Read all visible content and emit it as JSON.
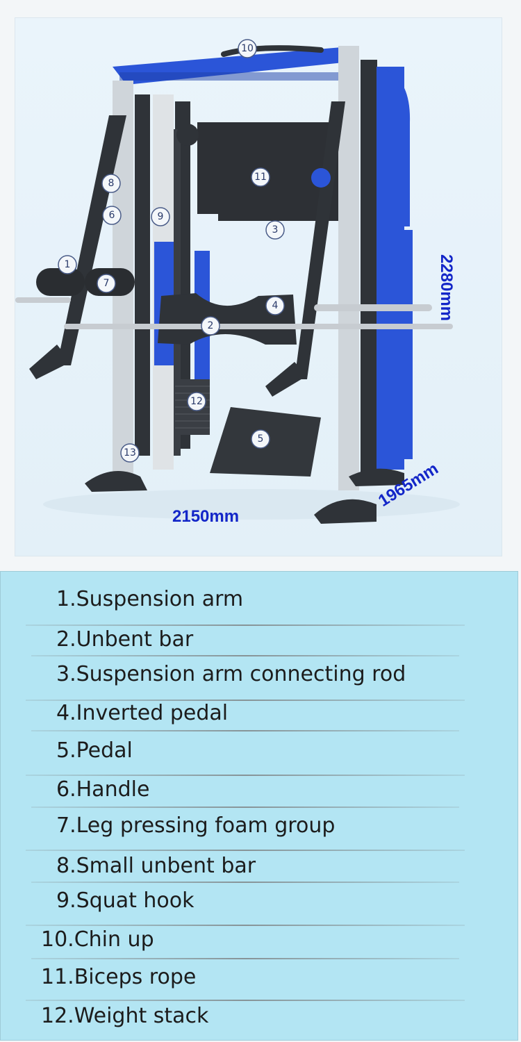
{
  "diagram": {
    "callouts": [
      "1",
      "2",
      "3",
      "4",
      "5",
      "6",
      "7",
      "8",
      "9",
      "10",
      "11",
      "12",
      "13"
    ],
    "dimensions": {
      "width": "2150mm",
      "height": "2280mm",
      "depth": "1965mm"
    },
    "colors": {
      "frame_blue": "#2b55d8",
      "frame_dark": "#2f3338",
      "chrome": "#cfd5da",
      "dimension_text": "#1326c8"
    }
  },
  "legend": {
    "items": [
      "1.Suspension arm",
      "2.Unbent bar",
      "3.Suspension arm connecting rod",
      "4.Inverted pedal",
      "5.Pedal",
      "6.Handle",
      "7.Leg pressing foam group",
      "8.Small unbent bar",
      "9.Squat hook",
      "10.Chin up",
      "11.Biceps rope",
      "12.Weight stack"
    ]
  }
}
